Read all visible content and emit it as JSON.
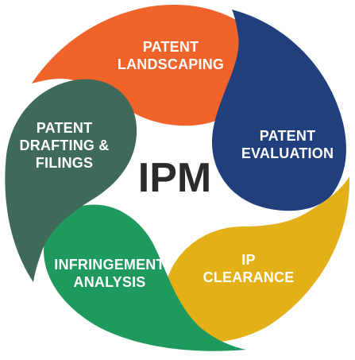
{
  "diagram": {
    "center_label": "IPM",
    "segments": [
      {
        "id": "landscaping",
        "lines": [
          "PATENT",
          "LANDSCAPING"
        ],
        "color": "#F0632A"
      },
      {
        "id": "evaluation",
        "lines": [
          "PATENT",
          "EVALUATION"
        ],
        "color": "#203F7C"
      },
      {
        "id": "clearance",
        "lines": [
          "IP",
          "CLEARANCE"
        ],
        "color": "#E3B117"
      },
      {
        "id": "infringement",
        "lines": [
          "INFRINGEMENT",
          "ANALYSIS"
        ],
        "color": "#1F9A5F"
      },
      {
        "id": "drafting",
        "lines": [
          "PATENT",
          "DRAFTING &",
          "FILINGS"
        ],
        "color": "#3F6A5A"
      }
    ]
  }
}
